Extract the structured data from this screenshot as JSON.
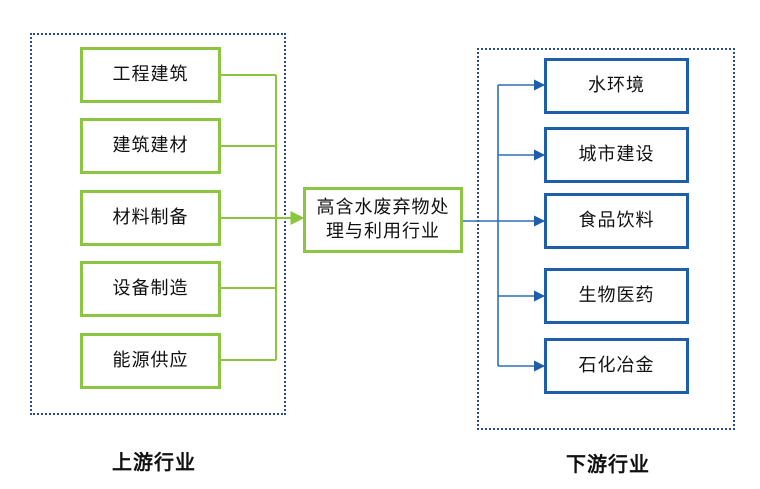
{
  "upstream": {
    "label": "上游行业",
    "items": [
      "工程建筑",
      "建筑建材",
      "材料制备",
      "设备制造",
      "能源供应"
    ]
  },
  "center": {
    "label": "高含水废弃物处理与利用行业"
  },
  "downstream": {
    "label": "下游行业",
    "items": [
      "水环境",
      "城市建设",
      "食品饮料",
      "生物医药",
      "石化冶金"
    ]
  },
  "colors": {
    "green": "#8cc641",
    "blue": "#1f5fa8",
    "group_border": "#2a4a9a"
  }
}
